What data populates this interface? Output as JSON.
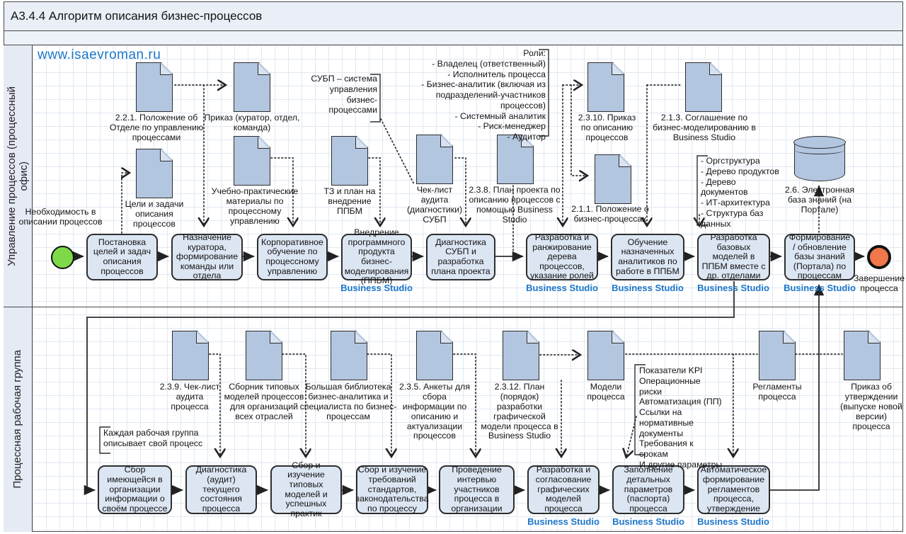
{
  "title": "А3.4.4 Алгоритм описания бизнес-процессов",
  "watermark": "www.isaevroman.ru",
  "lane_top_line1": "Управление процессов (процессный",
  "lane_top_line2": "офис)",
  "lane_bottom": "Процессная рабочая группа",
  "start_label": "Необходимость в описании процессов",
  "end_label": "Завершение процесса",
  "business_studio": "Business Studio",
  "tasks_top": [
    "Постановка целей и задач описания процессов",
    "Назначение куратора, формирование команды или отдела",
    "Корпоративное обучение по процессному управлению",
    "Внедрение программного продукта бизнес-моделирования (ППБМ)",
    "Диагностика СУБП и разработка плана проекта",
    "Разработка и ранжирование дерева процессов, указание ролей",
    "Обучение назначенных аналитиков по работе в ППБМ",
    "Разработка базовых моделей в ППБМ вместе с др. отделами",
    "Формирование / обновление базы знаний (Портала) по процессам"
  ],
  "tasks_bottom": [
    "Сбор имеющейся в организации информации о своём процессе",
    "Диагностика (аудит) текущего состояния процесса",
    "Сбор и изучение типовых моделей и успешных практик",
    "Сбор и изучение требований стандартов, законодательства по процессу",
    "Проведение интервью участников процесса в организации",
    "Разработка и согласование графических моделей процесса",
    "Заполнение детальных параметров (паспорта) процесса",
    "Автоматическое формирование регламентов процесса, утверждение"
  ],
  "docs_top": [
    "2.2.1. Положение об Отделе по управлению процессами",
    "Приказ (куратор, отдел, команда)",
    "Цели и задачи описания процессов",
    "Учебно-практические материалы по процессному управлению",
    "ТЗ и план на внедрение ППБМ",
    "Чек-лист аудита (диагностики) СУБП",
    "2.3.8. План проекта по описанию процессов с помощью Business Studio",
    "2.3.10. Приказ по описанию процессов",
    "2.1.1. Положение о бизнес-процессах",
    "2.1.3. Соглашение по бизнес-моделированию в Business Studio"
  ],
  "db_label": "2.6. Электронная база знаний (на Портале)",
  "docs_bottom": [
    "2.3.9. Чек-лист аудита процесса",
    "Сборник типовых моделей процессов для организаций всех отраслей",
    "Большая библиотека бизнес-аналитика и специалиста по бизнес-процессам",
    "2.3.5. Анкеты для сбора информации по описанию и актуализации процессов",
    "2.3.12. План (порядок) разработки графической модели процесса в Business Studio",
    "Модели процесса",
    "Регламенты процесса",
    "Приказ об утверждении (выпуске новой версии) процесса"
  ],
  "annotations": {
    "subp": "СУБП – система управления бизнес-процессами",
    "roles": "Роли:\n- Владелец (ответственный)\n- Исполнитель процесса\n- Бизнес-аналитик (включая из подразделений-участников процессов)\n- Системный аналитик\n- Риск-менеджер\n- Аудитор",
    "org": "- Оргструктура\n- Дерево продуктов\n- Дерево документов\n- ИТ-архитектура\n- Структура баз данных",
    "group": "Каждая рабочая группа описывает свой процесс",
    "kpi": "Показатели KPI\nОперационные риски\nАвтоматизация (ПП)\nСсылки на нормативные документы\nТребования к срокам\nИ другие параметры"
  },
  "colors": {
    "accent": "#1c76c9",
    "doc-fill": "#b3c6e0",
    "doc-fold": "#d9e2f0",
    "task-fill": "#dce6f3",
    "start-fill": "#7dd947",
    "end-fill": "#f2774a",
    "grid": "#e1e8f2",
    "frame": "#4a4a4a",
    "lane-bg": "#e5eaf5",
    "title-bg": "#e9eef7",
    "band-bg": "#edf1f8"
  }
}
